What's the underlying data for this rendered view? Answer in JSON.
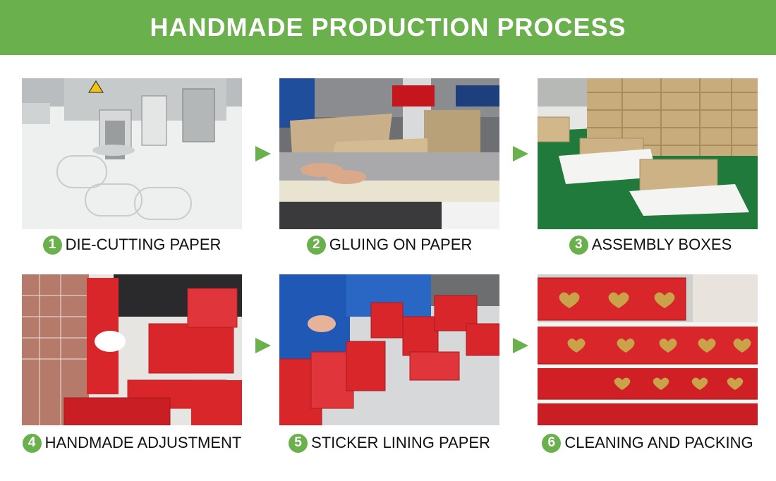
{
  "header": {
    "title": "HANDMADE PRODUCTION PROCESS"
  },
  "colors": {
    "accent": "#6ab04c",
    "box_red": "#d8262b",
    "kraft": "#c8ac7c",
    "belt_green": "#1f7a3c"
  },
  "steps": [
    {
      "number": "1",
      "label": "DIE-CUTTING PAPER"
    },
    {
      "number": "2",
      "label": "GLUING ON PAPER"
    },
    {
      "number": "3",
      "label": "ASSEMBLY BOXES"
    },
    {
      "number": "4",
      "label": "HANDMADE ADJUSTMENT"
    },
    {
      "number": "5",
      "label": "STICKER LINING PAPER"
    },
    {
      "number": "6",
      "label": "CLEANING AND PACKING"
    }
  ]
}
